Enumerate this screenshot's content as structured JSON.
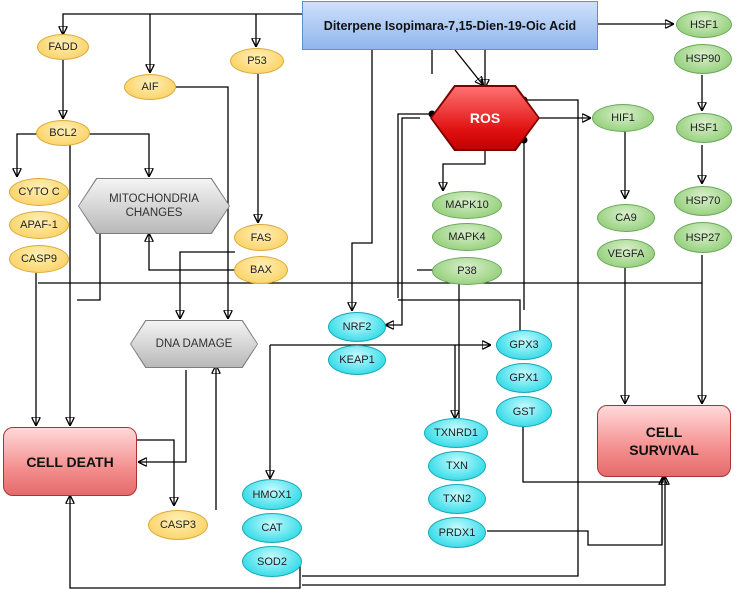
{
  "source_node": "Diterpene Isopimara-7,15-Dien-19-Oic Acid",
  "ros": "ROS",
  "apoptosis": {
    "fadd": "FADD",
    "aif": "AIF",
    "p53": "P53",
    "bcl2": "BCL2",
    "cyto_c": "CYTO C",
    "apaf1": "APAF-1",
    "casp9": "CASP9",
    "fas": "FAS",
    "bax": "BAX",
    "casp3": "CASP3"
  },
  "grey": {
    "mito": "MITOCHONDRIA CHANGES",
    "dna": "DNA DAMAGE"
  },
  "mapk": {
    "mapk10": "MAPK10",
    "mapk4": "MAPK4",
    "p38": "P38"
  },
  "hif": {
    "hif1": "HIF1",
    "ca9": "CA9",
    "vegfa": "VEGFA"
  },
  "heat_shock": {
    "hsf1_top": "HSF1",
    "hsp90": "HSP90",
    "hsf1_mid": "HSF1",
    "hsp70": "HSP70",
    "hsp27": "HSP27"
  },
  "antioxidant": {
    "nrf2": "NRF2",
    "keap1": "KEAP1",
    "gpx3": "GPX3",
    "gpx1": "GPX1",
    "gst": "GST",
    "txnrd1": "TXNRD1",
    "txn": "TXN",
    "txn2": "TXN2",
    "prdx1": "PRDX1",
    "hmox1": "HMOX1",
    "cat": "CAT",
    "sod2": "SOD2"
  },
  "outcomes": {
    "death": "CELL DEATH",
    "survival": "CELL SURVIVAL"
  },
  "colors": {
    "apoptosis": "#fbd46b",
    "mapk": "#98d17f",
    "antioxidant": "#37dce8",
    "ros": "#e01010",
    "outcome": "#f48f8f",
    "source": "#8fb6ee",
    "grey": "#c8c8c8"
  }
}
